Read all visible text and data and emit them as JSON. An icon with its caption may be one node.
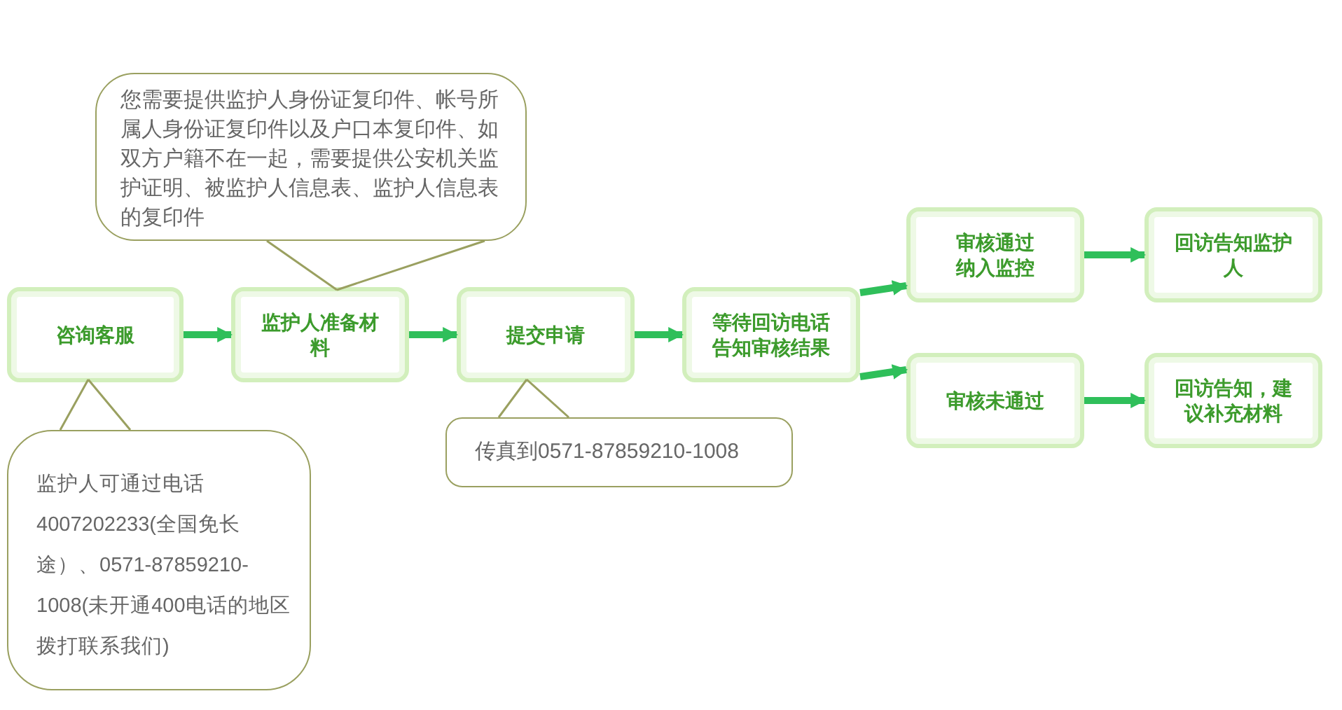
{
  "diagram": {
    "nodes": [
      {
        "text": [
          "咨询客服"
        ]
      },
      {
        "text": [
          "监护人准备材料"
        ]
      },
      {
        "text": [
          "提交申请"
        ]
      },
      {
        "text": [
          "等待回访电话告知审核结果"
        ]
      },
      {
        "text": [
          "审核通过纳入监控"
        ]
      },
      {
        "text": [
          "回访告知监护人"
        ]
      },
      {
        "text": [
          "审核未通过"
        ]
      },
      {
        "text": [
          "回访告知，建议补充材料"
        ]
      },
      {
        "text": [
          "您需要提供监护人身份证复印件、帐号所属人身份证复印件以及户口本复印件、如双方户籍不在一起，需要提供公安机关监护证明、被监护人信息表、监护人信息表的复印件"
        ]
      },
      {
        "text": [
          "监护人可通过电话4007202233(全国免长途）、0571-87859210-1008(未开通400电话的地区拨打联系我们)"
        ]
      },
      {
        "text": [
          "传真到0571-87859210-1008"
        ]
      }
    ],
    "edges": [
      {
        "from": 0,
        "to": 1,
        "arrow": "to"
      },
      {
        "from": 1,
        "to": 2,
        "arrow": "to"
      },
      {
        "from": 2,
        "to": 3,
        "arrow": "to"
      },
      {
        "from": 3,
        "to": 4,
        "arrow": "to"
      },
      {
        "from": 3,
        "to": 6,
        "arrow": "to"
      },
      {
        "from": 4,
        "to": 5,
        "arrow": "to"
      },
      {
        "from": 6,
        "to": 7,
        "arrow": "to"
      },
      {
        "from": 8,
        "to": 1,
        "arrow": "none",
        "color": "#9aa060"
      },
      {
        "from": 9,
        "to": 0,
        "arrow": "none",
        "color": "#9aa060"
      },
      {
        "from": 10,
        "to": 2,
        "arrow": "none",
        "color": "#9aa060"
      }
    ]
  }
}
